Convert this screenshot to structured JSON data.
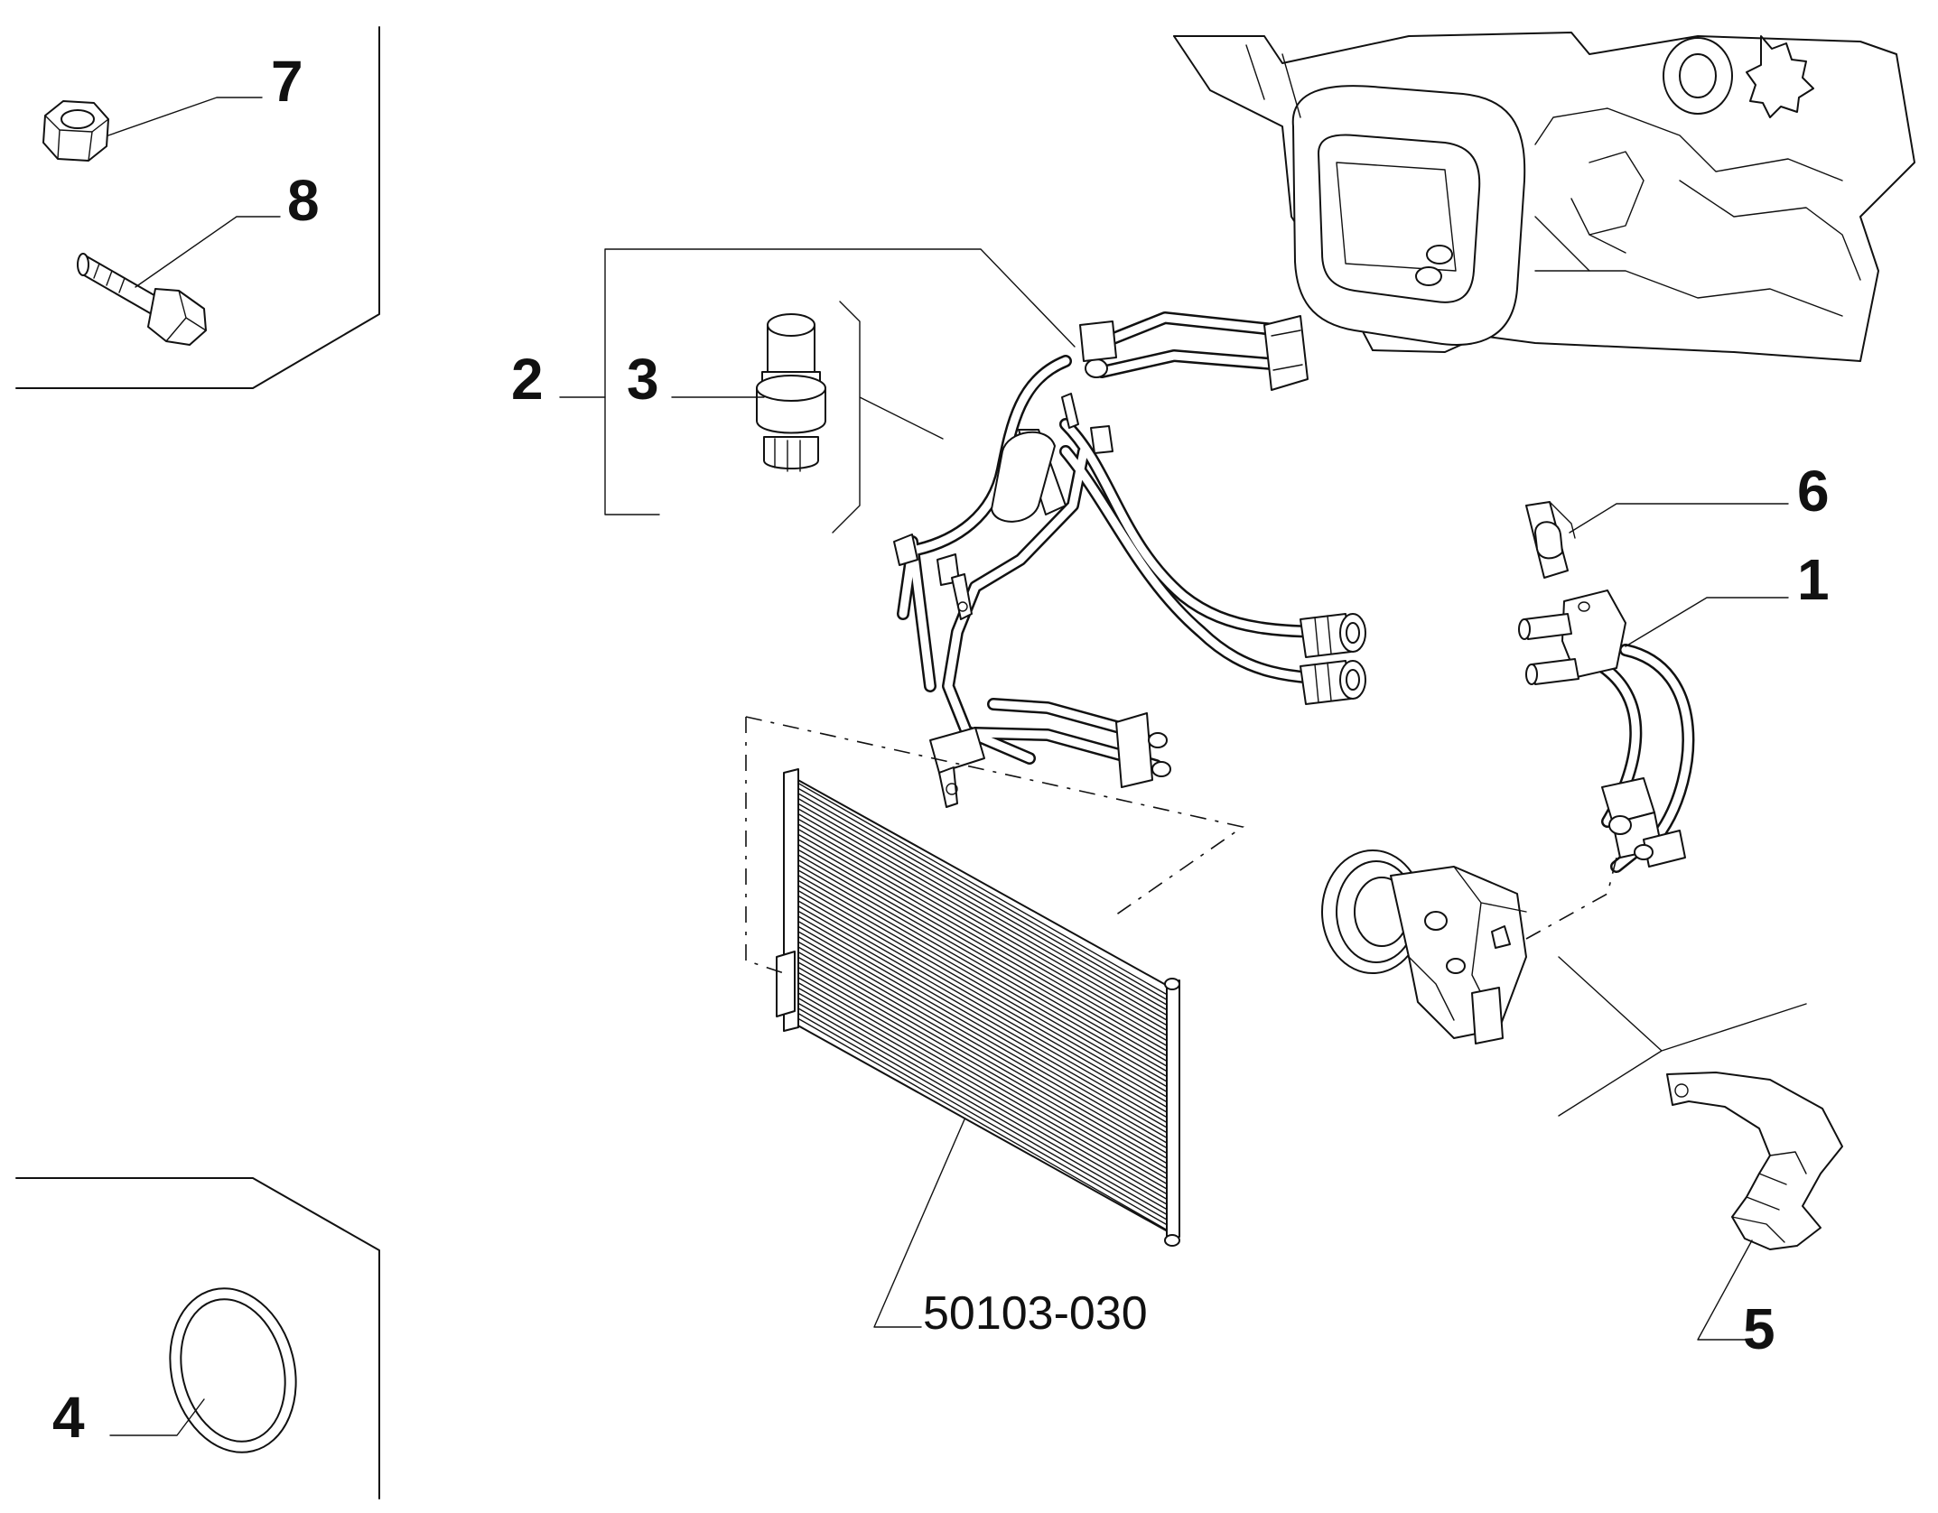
{
  "callouts": {
    "c1": "1",
    "c2": "2",
    "c3": "3",
    "c4": "4",
    "c5": "5",
    "c6": "6",
    "c7": "7",
    "c8": "8"
  },
  "reference": "50103-030"
}
